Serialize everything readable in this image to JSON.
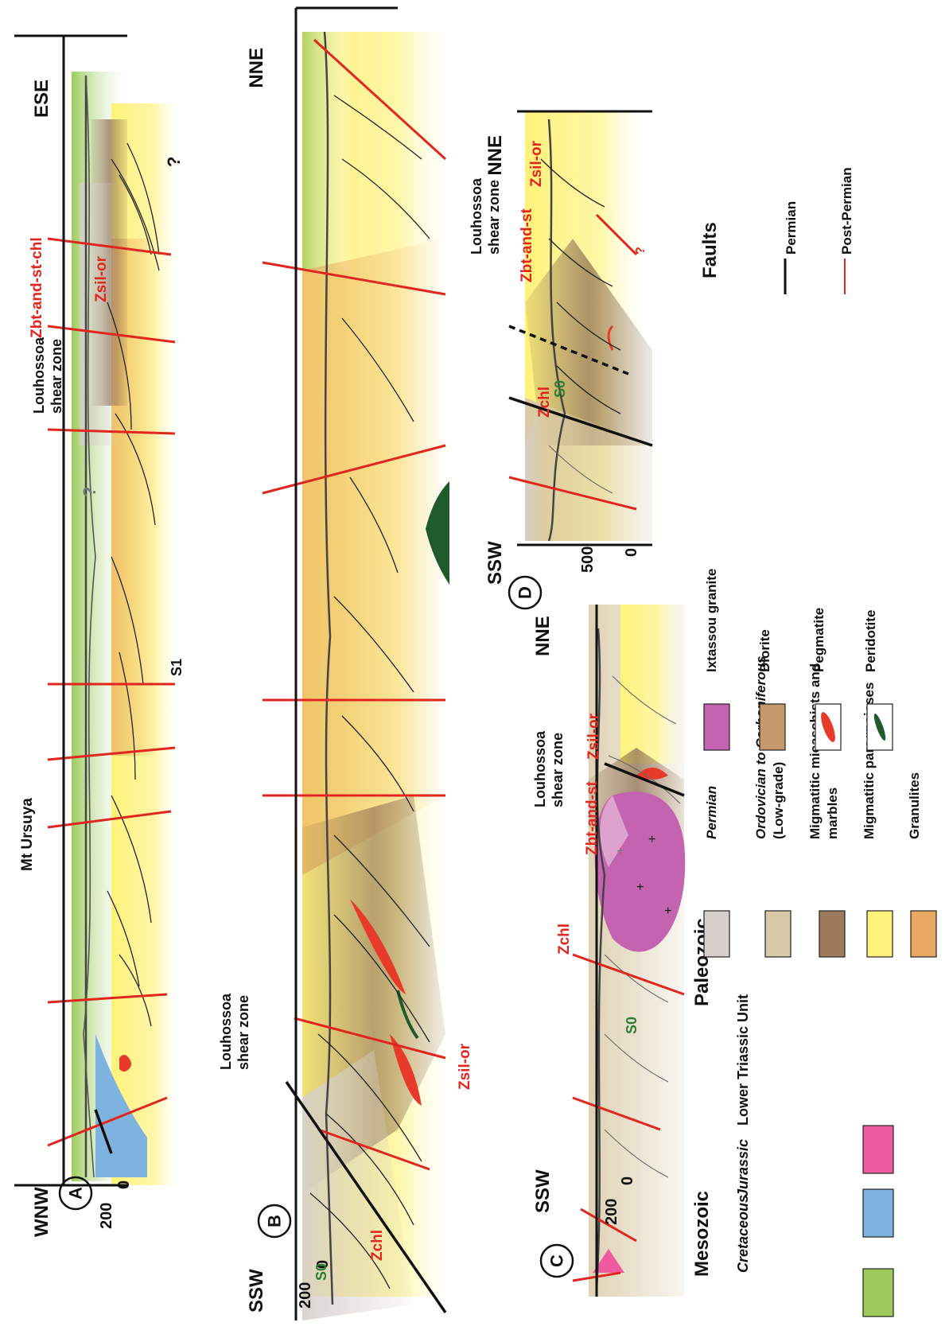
{
  "sections": {
    "A": {
      "label": "A",
      "left_end": "WNW",
      "right_end": "ESE",
      "scale_ticks": [
        "200",
        "0"
      ],
      "peak": "Mt Ursuya",
      "shear_zone": "Louhossoa\nshear zone",
      "zones": [
        "Zbt-and-st-chl",
        "Zsil-or"
      ],
      "foliation": "S1",
      "query": "?"
    },
    "B": {
      "label": "B",
      "left_end": "SSW",
      "right_end": "NNE",
      "scale_ticks": [
        "200",
        "0"
      ],
      "shear_zone": "Louhossoa\nshear zone",
      "zones": [
        "Zchl",
        "Zsil-or"
      ],
      "foliation": "S0"
    },
    "C": {
      "label": "C",
      "left_end": "SSW",
      "right_end": "NNE",
      "scale_ticks": [
        "200",
        "0"
      ],
      "shear_zone": "Louhossoa\nshear zone",
      "zones": [
        "Zchl",
        "Zbt-and-st",
        "Zsil-or"
      ],
      "foliation": "S0"
    },
    "D": {
      "label": "D",
      "left_end": "SSW",
      "right_end": "NNE",
      "scale_ticks": [
        "500",
        "0"
      ],
      "shear_zone": "Louhossoa\nshear zone",
      "zones": [
        "Zchl",
        "Zbt-and-st",
        "Zsil-or"
      ],
      "foliation": "S0",
      "query": "?"
    }
  },
  "legend": {
    "mesozoic": {
      "title": "Mesozoic",
      "items": [
        {
          "label": "Cretaceous",
          "italic": true,
          "color": "#9ccb5b"
        },
        {
          "label": "Jurassic",
          "italic": true,
          "color": "#7fb3df"
        },
        {
          "label": "Lower Triassic Unit",
          "italic_word": "Triassic",
          "color": "#ef5aa0"
        }
      ]
    },
    "paleozoic": {
      "title": "Paleozoic",
      "items": [
        {
          "label": "Permian",
          "italic": true,
          "color": "#d6cfcb"
        },
        {
          "label": "Ordovician to Carboniferous",
          "sub": "(Low-grade)",
          "color": "#d9c9a6"
        },
        {
          "label": "Migmatitic micaschists and",
          "sub": "marbles",
          "color": "#9b7b5c"
        },
        {
          "label": "Migmatitic paragneisses",
          "color": "#fff27a"
        },
        {
          "label": "Granulites",
          "color": "#e8a860"
        },
        {
          "label": "Ixtassou granite",
          "color": "#c463b0"
        },
        {
          "label": "Diorite",
          "color": "#c49a6c"
        },
        {
          "label": "Pegmatite",
          "color": "#e83a2a"
        },
        {
          "label": "Peridotite",
          "color": "#1f5a2a"
        }
      ]
    },
    "faults": {
      "title": "Faults",
      "items": [
        {
          "label": "Permian",
          "color": "#111111"
        },
        {
          "label": "Post-Permian",
          "color": "#e0261f"
        }
      ]
    }
  }
}
